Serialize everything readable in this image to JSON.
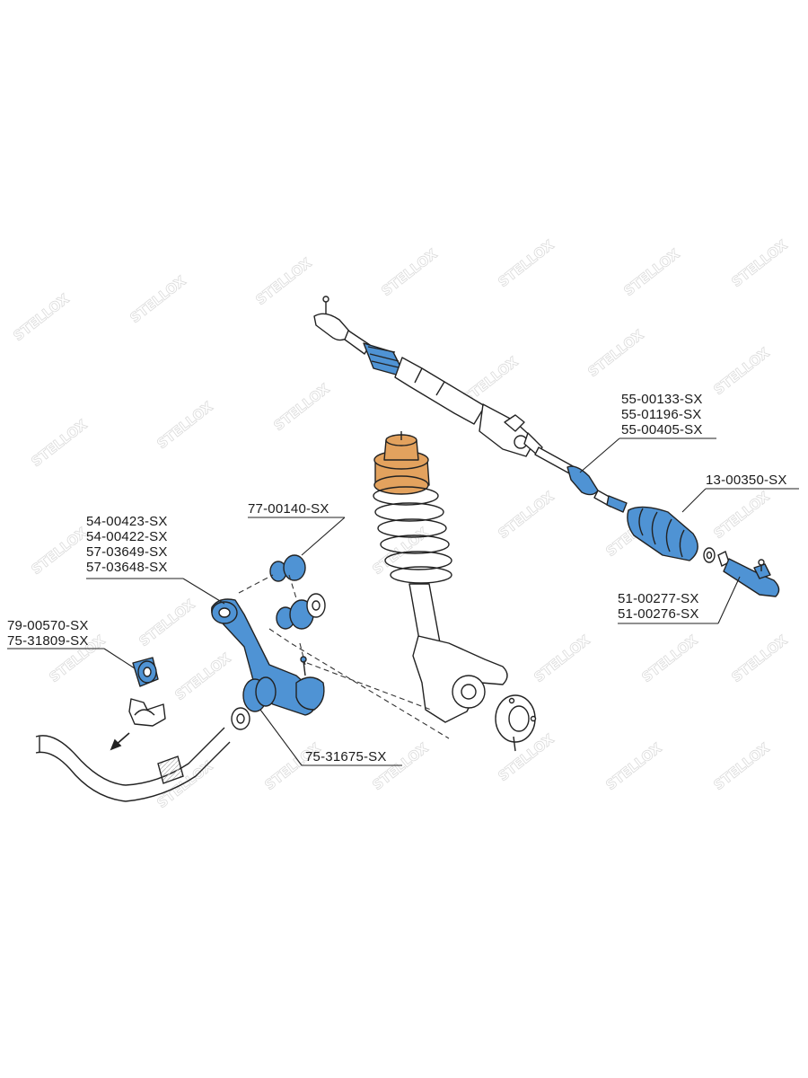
{
  "watermark": "STELLOX",
  "labels": {
    "tie_rod_group": [
      "55-00133-SX",
      "55-01196-SX",
      "55-00405-SX"
    ],
    "boot": "13-00350-SX",
    "tie_end": [
      "51-00277-SX",
      "51-00276-SX"
    ],
    "top_bushing": "77-00140-SX",
    "arm_group": [
      "54-00423-SX",
      "54-00422-SX",
      "57-03649-SX",
      "57-03648-SX"
    ],
    "stab_group": [
      "79-00570-SX",
      "75-31809-SX"
    ],
    "arm_bushing": "75-31675-SX"
  },
  "colors": {
    "part_blue": "#4f93d4",
    "mount_orange": "#e3a25e",
    "outline": "#222222",
    "highlight_text": "#2b5aa8"
  }
}
